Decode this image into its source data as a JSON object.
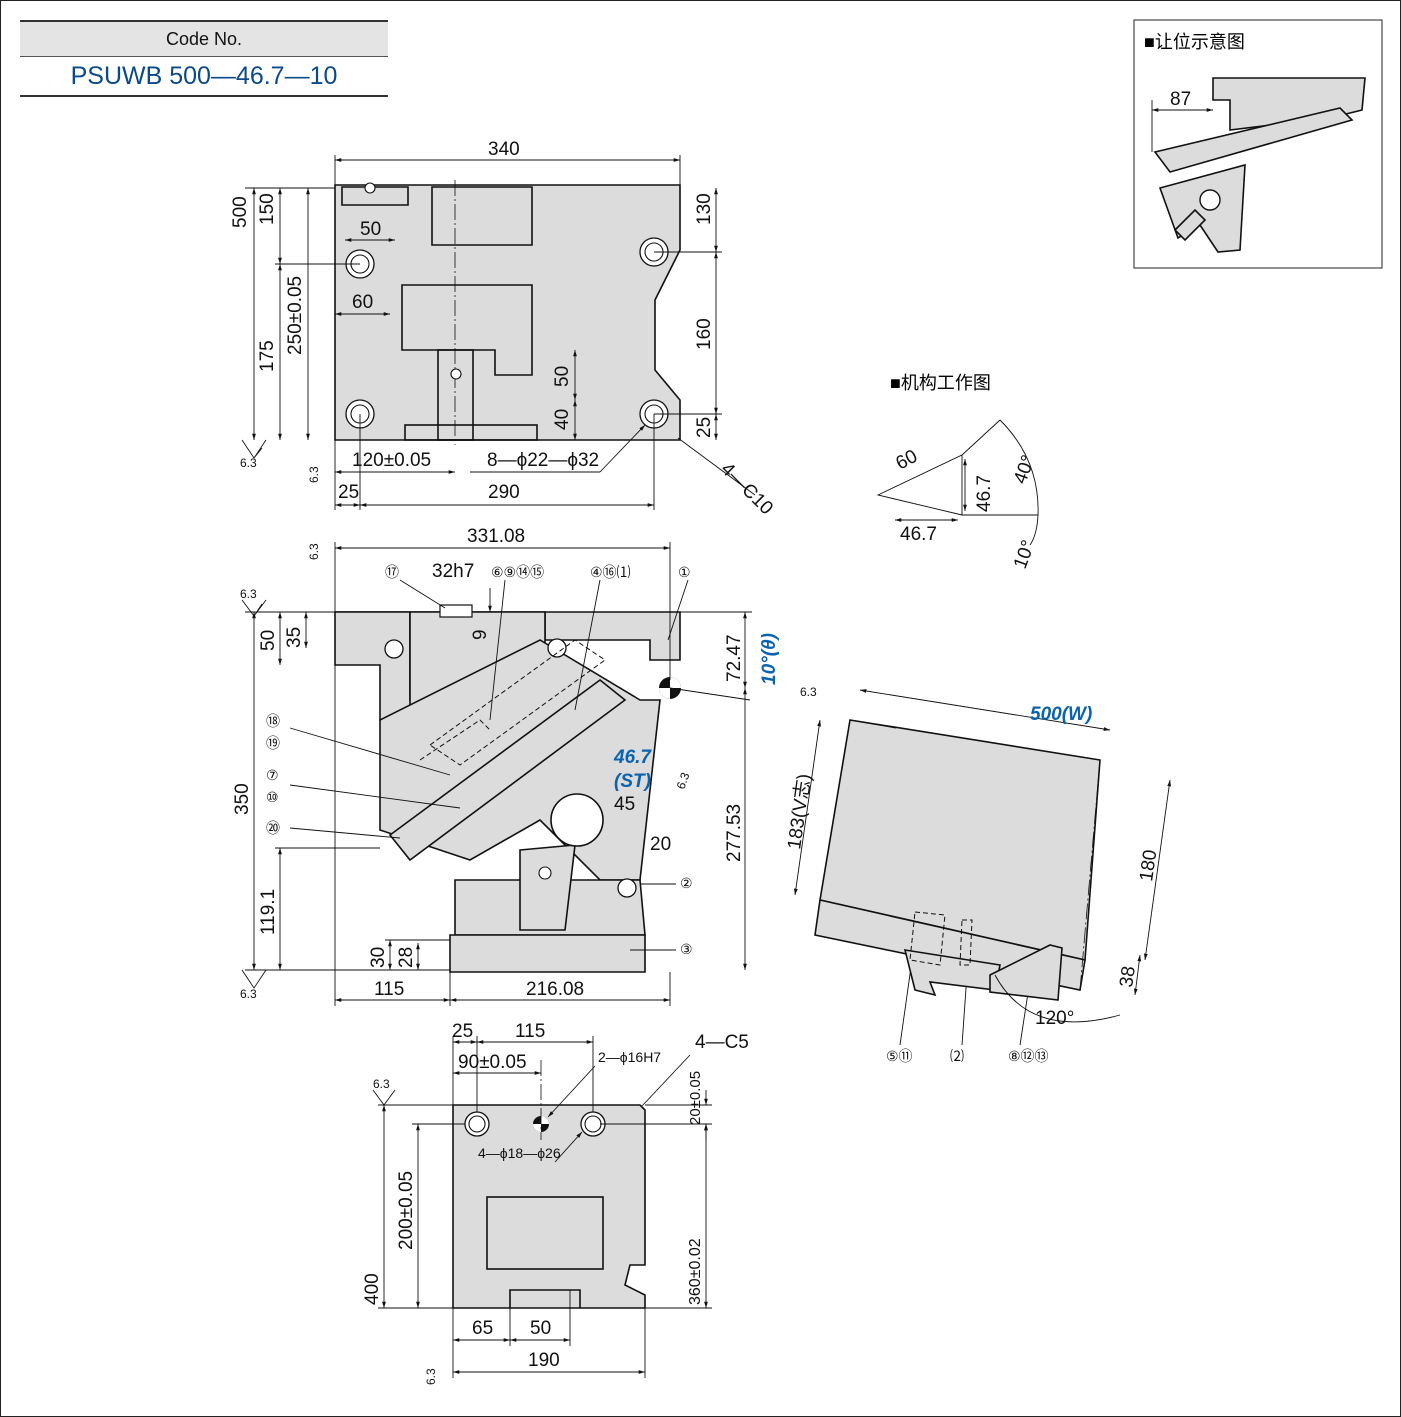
{
  "code": {
    "header": "Code No.",
    "value": "PSUWB 500—46.7—10"
  },
  "inset_clearance": {
    "title": "■让位示意图",
    "dim": "87"
  },
  "mechanism": {
    "title": "■机构工作图",
    "d60": "60",
    "d467a": "46.7",
    "d467b": "46.7",
    "a40": "40°",
    "a10": "10°"
  },
  "top_view": {
    "d340": "340",
    "d500": "500",
    "d150": "150",
    "d250": "250±0.05",
    "d175": "175",
    "d50": "50",
    "d60": "60",
    "d50b": "50",
    "d40": "40",
    "d130": "130",
    "d160": "160",
    "d25": "25",
    "d120": "120±0.05",
    "holes": "8—ϕ22—ϕ32",
    "chamfer": "4—C10",
    "d25b": "25",
    "d290": "290"
  },
  "front_view": {
    "d33108": "331.08",
    "d32h7": "32h7",
    "d9": "9",
    "d50": "50",
    "d35": "35",
    "d7247": "72.47",
    "angle": "10°(θ)",
    "d350": "350",
    "st": "46.7",
    "st_label": "(ST)",
    "d45": "45",
    "d20": "20",
    "d27753": "277.53",
    "d1191": "119.1",
    "d30": "30",
    "d28": "28",
    "d115": "115",
    "d21608": "216.08"
  },
  "callouts": {
    "c17": "⑰",
    "c6": "⑥⑨⑭⑮",
    "c4": "④⑯⑴",
    "c1": "①",
    "c18": "⑱",
    "c19": "⑲",
    "c7": "⑦",
    "c10": "⑩",
    "c20": "⑳",
    "c2": "②",
    "c3": "③",
    "c5": "⑤⑪",
    "c22": "⑵",
    "c8": "⑧⑫⑬"
  },
  "side_view": {
    "width": "500(W)",
    "vmark": "183(V志)",
    "d180": "180",
    "d38": "38",
    "a120": "120°"
  },
  "bottom_view": {
    "d25": "25",
    "d115": "115",
    "d90": "90±0.05",
    "pins": "2—ϕ16H7",
    "chamfer": "4—C5",
    "d20": "20±0.05",
    "holes": "4—ϕ18—ϕ26",
    "d200": "200±0.05",
    "d400": "400",
    "d360": "360±0.02",
    "d65": "65",
    "d50": "50",
    "d190": "190"
  },
  "roughness": "6.3"
}
